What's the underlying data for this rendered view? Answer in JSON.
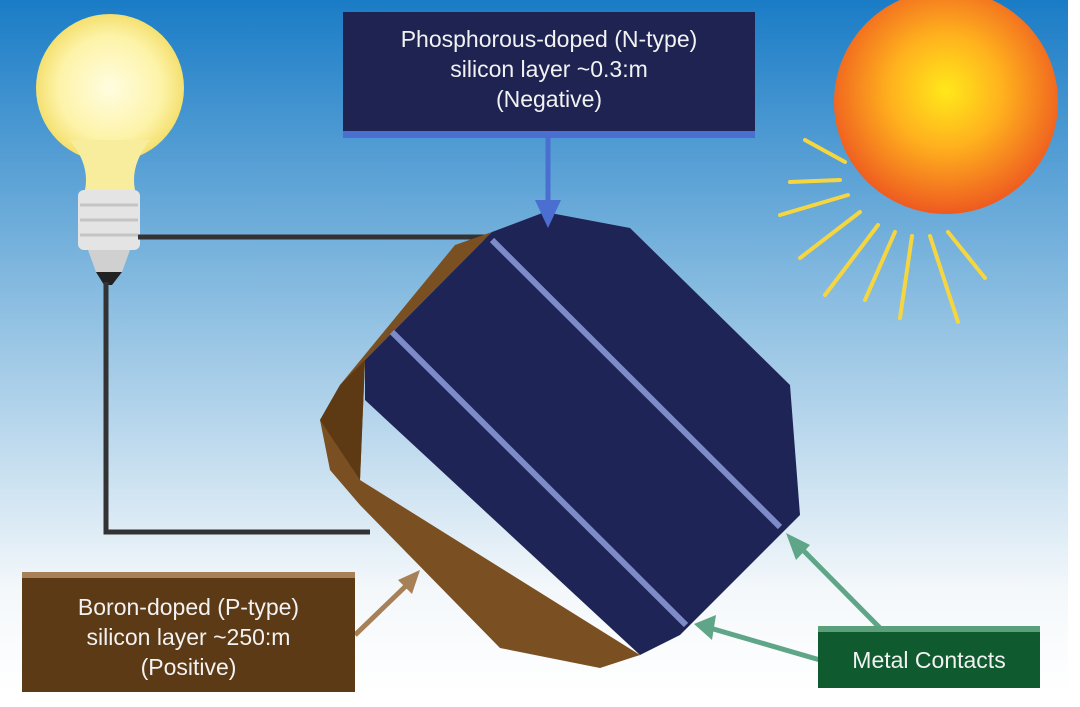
{
  "labels": {
    "n_type": [
      "Phosphorous-doped (N-type)",
      "silicon layer ~0.3:m",
      "(Negative)"
    ],
    "p_type": [
      "Boron-doped (P-type)",
      "silicon layer ~250:m",
      "(Positive)"
    ],
    "metal": "Metal Contacts"
  },
  "colors": {
    "sky_top": "#1a7cc6",
    "cell": "#1f2456",
    "brown": "#7a4f22",
    "green_box": "#0f5a2f",
    "arrow_blue": "#4a6fd0",
    "arrow_green": "#5fa587",
    "arrow_tan": "#a88058"
  }
}
